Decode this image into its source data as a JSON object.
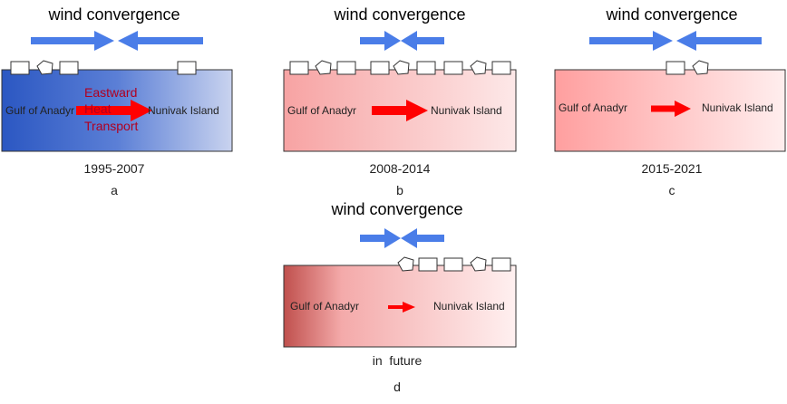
{
  "colors": {
    "wind_arrow": "#4a7de8",
    "heat_arrow": "#ff0000",
    "panel_a_fill": "blue-gradient",
    "panels_bcd_fill": "red-gradient"
  },
  "panels": [
    {
      "id": "a",
      "title": "wind convergence",
      "left_label": "Gulf of Anadyr",
      "right_label": "Nunivak Island",
      "period": "1995-2007",
      "letter": "a",
      "heat_transport_label": [
        "Eastward",
        "Heat",
        "Transport"
      ],
      "icons": [
        "square-ice-icon",
        "pentagon-ice-icon",
        "square-ice-icon",
        "square-ice-icon"
      ]
    },
    {
      "id": "b",
      "title": "wind convergence",
      "left_label": "Gulf of Anadyr",
      "right_label": "Nunivak Island",
      "period": "2008-2014",
      "letter": "b",
      "icons": [
        "square-ice-icon",
        "pentagon-ice-icon",
        "square-ice-icon",
        "square-ice-icon",
        "pentagon-ice-icon",
        "square-ice-icon",
        "square-ice-icon",
        "pentagon-ice-icon",
        "square-ice-icon"
      ]
    },
    {
      "id": "c",
      "title": "wind convergence",
      "left_label": "Gulf of Anadyr",
      "right_label": "Nunivak Island",
      "period": "2015-2021",
      "letter": "c",
      "icons": [
        "square-ice-icon",
        "pentagon-ice-icon"
      ]
    },
    {
      "id": "d",
      "title": "wind convergence",
      "left_label": "Gulf of Anadyr",
      "right_label": "Nunivak Island",
      "period": "in  future",
      "letter": "d",
      "icons": [
        "pentagon-ice-icon",
        "square-ice-icon",
        "square-ice-icon",
        "pentagon-ice-icon",
        "square-ice-icon"
      ]
    }
  ]
}
